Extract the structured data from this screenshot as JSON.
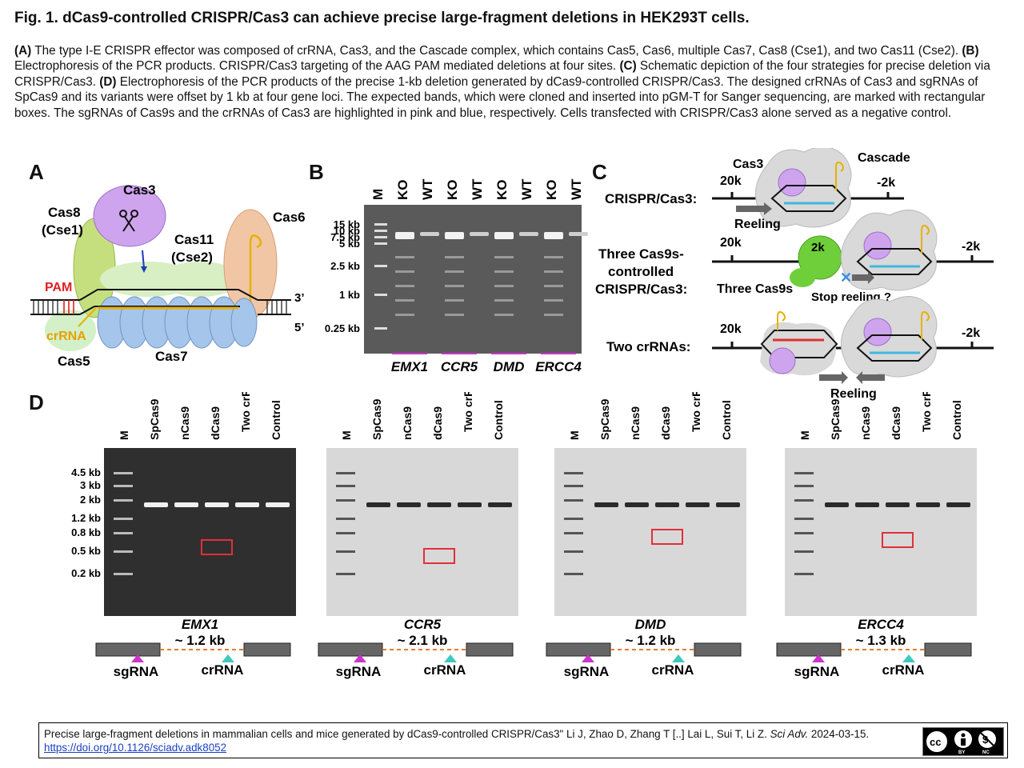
{
  "figure": {
    "title": "Fig. 1. dCas9-controlled CRISPR/Cas3 can achieve precise large-fragment deletions in HEK293T cells.",
    "caption": [
      {
        "b": "(A)"
      },
      {
        "t": " The type I-E CRISPR effector was composed of crRNA, Cas3, and the Cascade complex, which contains Cas5, Cas6, multiple Cas7, Cas8 (Cse1), and two Cas11 (Cse2). "
      },
      {
        "b": "(B)"
      },
      {
        "t": " Electrophoresis of the PCR products. CRISPR/Cas3 targeting of the AAG PAM mediated deletions at four sites. "
      },
      {
        "b": "(C)"
      },
      {
        "t": " Schematic depiction of the four strategies for precise deletion via CRISPR/Cas3. "
      },
      {
        "b": "(D)"
      },
      {
        "t": " Electrophoresis of the PCR products of the precise 1-kb deletion generated by dCas9-controlled CRISPR/Cas3. The designed crRNAs of Cas3 and sgRNAs of SpCas9 and its variants were offset by 1 kb at four gene loci. The expected bands, which were cloned and inserted into pGM-T for Sanger sequencing, are marked with rectangular boxes. The sgRNAs of Cas9s and the crRNAs of Cas3 are highlighted in pink and blue, respectively. Cells transfected with CRISPR/Cas3 alone served as a negative control."
      }
    ]
  },
  "panelA": {
    "letter": "A",
    "cas3": "Cas3",
    "cas8a": "Cas8",
    "cas8b": "(Cse1)",
    "cas11a": "Cas11",
    "cas11b": "(Cse2)",
    "cas6": "Cas6",
    "pam": "PAM",
    "crrna": "crRNA",
    "cas5": "Cas5",
    "cas7": "Cas7",
    "end3": "3’",
    "end5": "5’"
  },
  "panelB": {
    "letter": "B",
    "marker": "M",
    "lanes": [
      "KO",
      "WT",
      "KO",
      "WT",
      "KO",
      "WT",
      "KO",
      "WT"
    ],
    "sizes": [
      "15 kb",
      "10 kb",
      "7.5 kb",
      "5 kb",
      "2.5 kb",
      "1 kb",
      "0.25 kb"
    ],
    "genes": [
      "EMX1",
      "CCR5",
      "DMD",
      "ERCC4"
    ]
  },
  "panelC": {
    "letter": "C",
    "row1_label": "CRISPR/Cas3:",
    "cas3": "Cas3",
    "cascade": "Cascade",
    "pos_20k": "20k",
    "pos_2k": "-2k",
    "reeling": "Reeling",
    "row2_label_1": "Three Cas9s-",
    "row2_label_2": "controlled",
    "row2_label_3": "CRISPR/Cas3:",
    "pos_2k_pos": "2k",
    "three_cas9s": "Three Cas9s",
    "stop_reeling": "Stop reeling ?",
    "row3_label": "Two crRNAs:"
  },
  "panelD": {
    "letter": "D",
    "lanes": [
      "M",
      "SpCas9",
      "nCas9",
      "dCas9",
      "Two crRNAs",
      "Control"
    ],
    "sizes": [
      "4.5 kb",
      "3 kb",
      "2 kb",
      "1.2 kb",
      "0.8 kb",
      "0.5 kb",
      "0.2 kb"
    ],
    "loci": [
      {
        "gene": "EMX1",
        "deletion": "~ 1.2 kb"
      },
      {
        "gene": "CCR5",
        "deletion": "~ 2.1 kb"
      },
      {
        "gene": "DMD",
        "deletion": "~ 1.2 kb"
      },
      {
        "gene": "ERCC4",
        "deletion": "~ 1.3 kb"
      }
    ],
    "sgrna": "sgRNA",
    "crrna": "crRNA"
  },
  "citation": {
    "text": "Precise large-fragment deletions in mammalian cells and mice generated by dCas9-controlled CRISPR/Cas3\" Li J, Zhao D, Zhang T [..] Lai L, Sui T, Li Z. ",
    "journal": "Sci Adv.",
    "date": " 2024-03-15.",
    "doi": "https://doi.org/10.1126/sciadv.adk8052",
    "license_badge": "cc-by-nc-icon"
  },
  "colors": {
    "pink": "#cc33cc",
    "teal": "#40c8c0",
    "gelbg": "#3a3a3a",
    "dna_orange": "#e87a2a"
  }
}
